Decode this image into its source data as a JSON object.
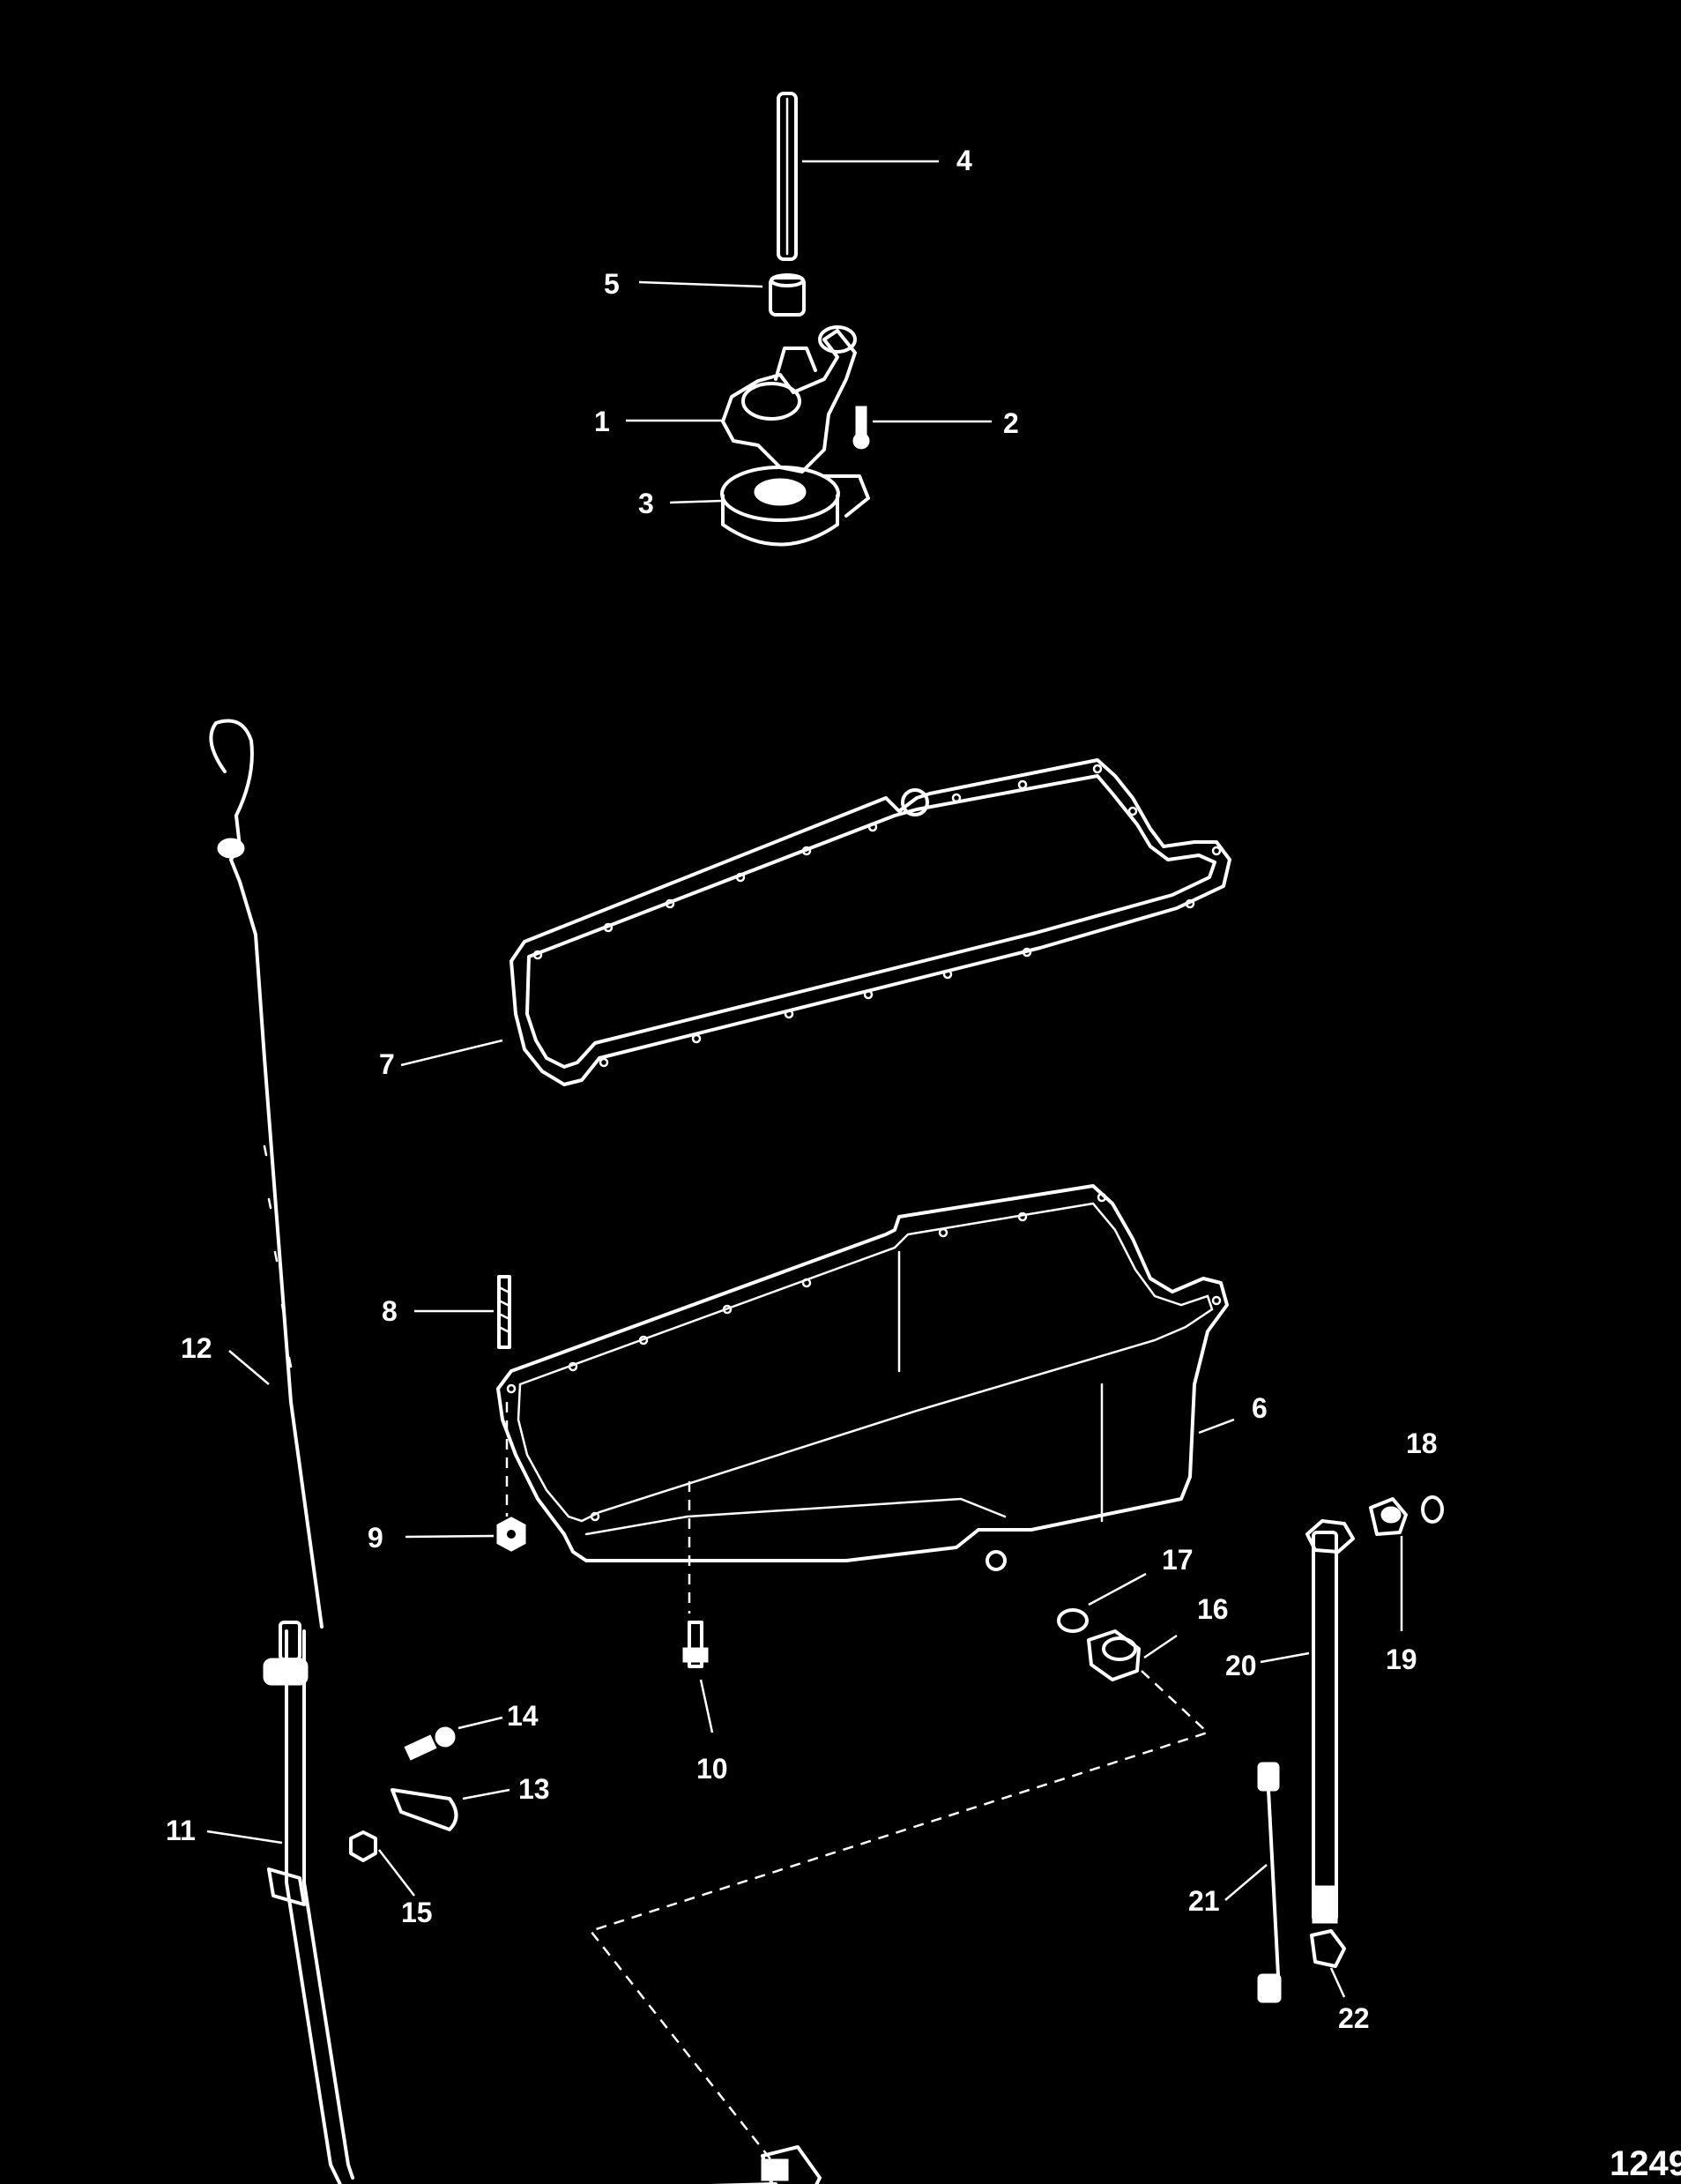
{
  "figure_number": "1249",
  "callouts": [
    "1",
    "2",
    "3",
    "4",
    "5",
    "6",
    "7",
    "8",
    "9",
    "10",
    "11",
    "12",
    "13",
    "14",
    "15",
    "16",
    "17",
    "18",
    "19",
    "20",
    "21",
    "22"
  ],
  "colors": {
    "background": "#000000",
    "linework": "#ffffff"
  }
}
